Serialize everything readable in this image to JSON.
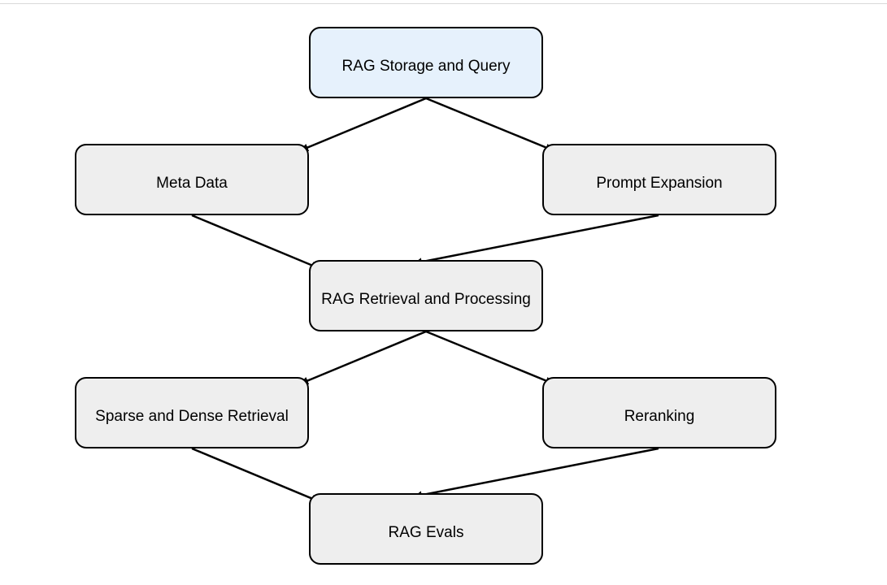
{
  "diagram": {
    "nodes": [
      {
        "id": "storage",
        "label": "RAG Storage and Query",
        "fill": "#e6f1fc"
      },
      {
        "id": "meta",
        "label": "Meta Data",
        "fill": "#eeeeee"
      },
      {
        "id": "prompt",
        "label": "Prompt Expansion",
        "fill": "#eeeeee"
      },
      {
        "id": "retrieval",
        "label": "RAG Retrieval and Processing",
        "fill": "#eeeeee"
      },
      {
        "id": "sparse",
        "label": "Sparse and Dense Retrieval",
        "fill": "#eeeeee"
      },
      {
        "id": "rerank",
        "label": "Reranking",
        "fill": "#eeeeee"
      },
      {
        "id": "evals",
        "label": "RAG Evals",
        "fill": "#eeeeee"
      }
    ],
    "edges": [
      {
        "from": "storage",
        "to": "meta"
      },
      {
        "from": "storage",
        "to": "prompt"
      },
      {
        "from": "meta",
        "to": "retrieval"
      },
      {
        "from": "prompt",
        "to": "retrieval"
      },
      {
        "from": "retrieval",
        "to": "sparse"
      },
      {
        "from": "retrieval",
        "to": "rerank"
      },
      {
        "from": "sparse",
        "to": "evals"
      },
      {
        "from": "rerank",
        "to": "evals"
      }
    ],
    "border_color": "#000000",
    "arrow_color": "#000000"
  }
}
